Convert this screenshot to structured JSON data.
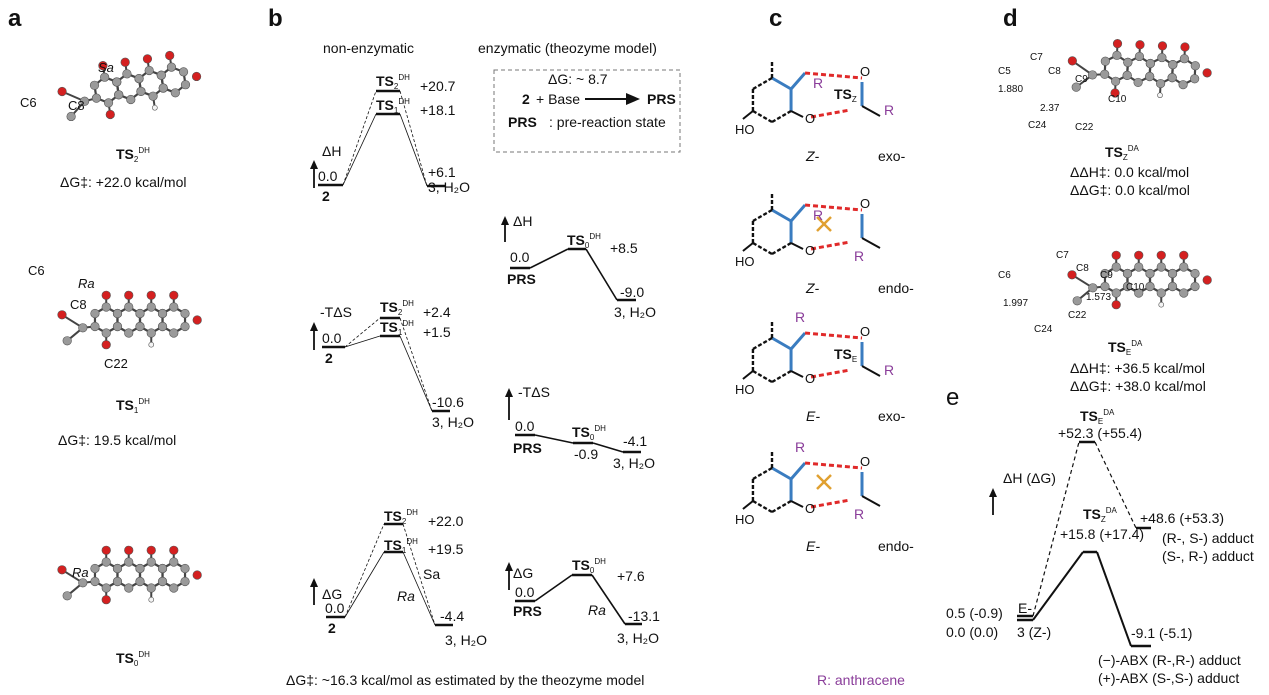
{
  "colors": {
    "oxygen": "#d42020",
    "carbon": "#9a9a9a",
    "hydrogen": "#f4f4f4",
    "blue_bond": "#3a7cc0",
    "red_dash": "#e02a2a",
    "purple": "#8a3d9a",
    "cross": "#e0a030"
  },
  "panel_labels": {
    "a": "a",
    "b": "b",
    "c": "c",
    "d": "d",
    "e": "e"
  },
  "a": {
    "ts2": {
      "atoms": [
        "C6",
        "C8",
        "Sa"
      ],
      "label": {
        "base": "TS",
        "sub": "2",
        "sup": "DH"
      },
      "dg": "ΔG‡: +22.0 kcal/mol"
    },
    "ts1": {
      "atoms": [
        "C6",
        "Ra",
        "C8",
        "C22"
      ],
      "label": {
        "base": "TS",
        "sub": "1",
        "sup": "DH"
      },
      "dg": "ΔG‡: 19.5 kcal/mol"
    },
    "ts0": {
      "atoms": [
        "Ra"
      ],
      "label": {
        "base": "TS",
        "sub": "0",
        "sup": "DH"
      }
    }
  },
  "b": {
    "header_non": "non-enzymatic",
    "header_enz": "enzymatic (theozyme model)",
    "box": {
      "dg": "ΔG: ~ 8.7",
      "reactant": "2",
      "plus_base": "+ Base",
      "product": "PRS",
      "def_bold": "PRS",
      "def_rest": ": pre-reaction state"
    },
    "footer": "ΔG‡:  ~16.3 kcal/mol as estimated by the theozyme model",
    "non_dH": {
      "axis": "ΔH",
      "r_val": "0.0",
      "r": "2",
      "ts2": {
        "base": "TS",
        "sub": "2",
        "sup": "DH"
      },
      "ts2_val": "+20.7",
      "ts1": {
        "base": "TS",
        "sub": "1",
        "sup": "DH"
      },
      "ts1_val": "+18.1",
      "p_val": "+6.1",
      "p": "3, H₂O"
    },
    "non_TdS": {
      "axis": "-TΔS",
      "r_val": "0.0",
      "r": "2",
      "ts2": {
        "base": "TS",
        "sub": "2",
        "sup": "DH"
      },
      "ts2_val": "+2.4",
      "ts1": {
        "base": "TS",
        "sub": "1",
        "sup": "DH"
      },
      "ts1_val": "+1.5",
      "p_val": "-10.6",
      "p": "3, H₂O"
    },
    "non_dG": {
      "axis": "ΔG",
      "r_val": "0.0",
      "r": "2",
      "ts2": {
        "base": "TS",
        "sub": "2",
        "sup": "DH"
      },
      "ts2_val": "+22.0",
      "ts1": {
        "base": "TS",
        "sub": "1",
        "sup": "DH"
      },
      "ts1_val": "+19.5",
      "sa": "Sa",
      "ra": "Ra",
      "p_val": "-4.4",
      "p": "3, H₂O"
    },
    "enz_dH": {
      "axis": "ΔH",
      "r_val": "0.0",
      "r": "PRS",
      "ts0": {
        "base": "TS",
        "sub": "0",
        "sup": "DH"
      },
      "ts0_val": "+8.5",
      "p_val": "-9.0",
      "p": "3, H₂O"
    },
    "enz_TdS": {
      "axis": "-TΔS",
      "r_val": "0.0",
      "r": "PRS",
      "ts0": {
        "base": "TS",
        "sub": "0",
        "sup": "DH"
      },
      "ts0_val": "-0.9",
      "p_val": "-4.1",
      "p": "3, H₂O"
    },
    "enz_dG": {
      "axis": "ΔG",
      "r_val": "0.0",
      "r": "PRS",
      "ts0": {
        "base": "TS",
        "sub": "0",
        "sup": "DH"
      },
      "ts0_val": "+7.6",
      "ra": "Ra",
      "p_val": "-13.1",
      "p": "3, H₂O"
    }
  },
  "c": {
    "schemes": [
      {
        "geom": "Z-",
        "mode": "exo-",
        "ts": {
          "base": "TS",
          "sub": "Z",
          "sup": ""
        },
        "ho": "HO",
        "r1": "R",
        "r2": "R",
        "o1": "O",
        "o2": "O"
      },
      {
        "geom": "Z-",
        "mode": "endo-",
        "ho": "HO",
        "r1": "R",
        "r2": "R",
        "o1": "O",
        "o2": "O"
      },
      {
        "geom": "E-",
        "mode": "exo-",
        "ts": {
          "base": "TS",
          "sub": "E",
          "sup": ""
        },
        "ho": "HO",
        "r1": "R",
        "r2": "R",
        "o1": "O",
        "o2": "O"
      },
      {
        "geom": "E-",
        "mode": "endo-",
        "ho": "HO",
        "r1": "R",
        "r2": "R",
        "o1": "O",
        "o2": "O"
      }
    ],
    "footer": "R: anthracene"
  },
  "d": {
    "tsz": {
      "atoms": [
        "C7",
        "C5",
        "C8",
        "C9",
        "C10",
        "C24",
        "C22"
      ],
      "dist1": "1.880",
      "dist2": "2.37",
      "label": {
        "base": "TS",
        "sub": "Z",
        "sup": "DA"
      },
      "ddh": "ΔΔH‡: 0.0 kcal/mol",
      "ddg": "ΔΔG‡: 0.0 kcal/mol"
    },
    "tse": {
      "atoms": [
        "C7",
        "C6",
        "C8",
        "C9",
        "C10",
        "C24",
        "C22"
      ],
      "dist1": "1.997",
      "dist2": "1.573",
      "label": {
        "base": "TS",
        "sub": "E",
        "sup": "DA"
      },
      "ddh": "ΔΔH‡: +36.5 kcal/mol",
      "ddg": "ΔΔG‡: +38.0 kcal/mol"
    }
  },
  "e": {
    "axis": "ΔH (ΔG)",
    "tse": {
      "base": "TS",
      "sub": "E",
      "sup": "DA"
    },
    "tse_val": "+52.3 (+55.4)",
    "tsz": {
      "base": "TS",
      "sub": "Z",
      "sup": "DA"
    },
    "tsz_val": "+15.8 (+17.4)",
    "adduct_val": "+48.6 (+53.3)",
    "adduct1": "(R-, S-) adduct",
    "adduct2": "(S-, R-) adduct",
    "e_label": "E-",
    "e_val": "0.5 (-0.9)",
    "z_val": "0.0 (0.0)",
    "z_label": "3 (Z-)",
    "prod_val": "-9.1 (-5.1)",
    "prod1": "(−)-ABX (R-,R-) adduct",
    "prod2": "(+)-ABX  (S-,S-) adduct"
  }
}
